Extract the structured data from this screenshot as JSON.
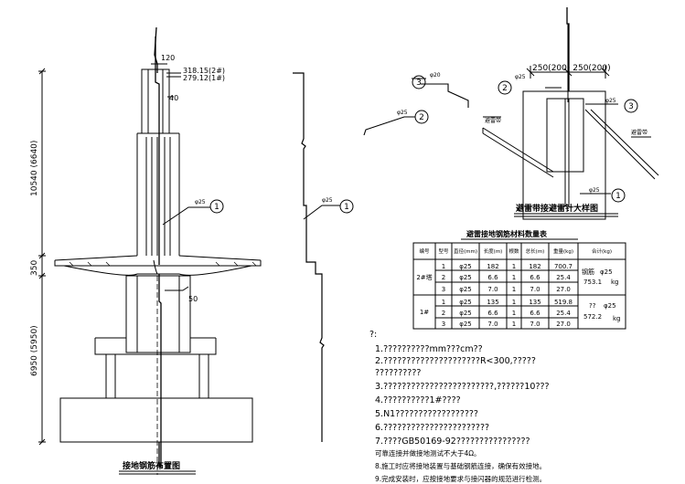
{
  "left_view": {
    "top_callout_120": "120",
    "elev_upper": "318.15(2#)",
    "elev_lower": "279.12(1#)",
    "dim_40": "40",
    "dim_50": "50",
    "dim_10540": "10540 (6640)",
    "dim_350": "350",
    "dim_6950": "6950 (5950)",
    "bar_size": "φ25",
    "callout_1": "1",
    "title": "接地钢筋布置图"
  },
  "middle_view": {
    "bar_size": "φ25",
    "callout_1": "1"
  },
  "detail_view": {
    "dim_top": "250(200)  250(200)",
    "lbl_phi20": "φ20",
    "lbl_phi25_a": "φ25",
    "lbl_phi25_b": "φ25",
    "lbl_phi25_c": "φ25",
    "lbl_phi25_d": "φ25",
    "lbl_left_bar": "避雷带",
    "lbl_right_bar": "避雷带",
    "callout_1": "1",
    "callout_2a": "2",
    "callout_2b": "2",
    "callout_3a": "3",
    "callout_3b": "3",
    "title": "避雷带接避雷针大样图"
  },
  "table": {
    "title": "避雷接地钢筋材料数量表",
    "headers": [
      "编号",
      "型号",
      "直径(mm)",
      "长度(m)",
      "根数",
      "总长(m)",
      "重量(kg)",
      "合计(kg)"
    ],
    "groups": [
      {
        "label": "2#塔",
        "rows": [
          [
            "1",
            "φ25",
            "182",
            "1",
            "182",
            "700.7"
          ],
          [
            "2",
            "φ25",
            "6.6",
            "1",
            "6.6",
            "25.4"
          ],
          [
            "3",
            "φ25",
            "7.0",
            "1",
            "7.0",
            "27.0"
          ]
        ],
        "total_label": "φ25",
        "total_prefix": "钢筋",
        "total_value": "753.1",
        "total_unit": "kg"
      },
      {
        "label": "1#",
        "rows": [
          [
            "1",
            "φ25",
            "135",
            "1",
            "135",
            "519.8"
          ],
          [
            "2",
            "φ25",
            "6.6",
            "1",
            "6.6",
            "25.4"
          ],
          [
            "3",
            "φ25",
            "7.0",
            "1",
            "7.0",
            "27.0"
          ]
        ],
        "total_label": "φ25",
        "total_prefix": "??",
        "total_value": "572.2",
        "total_unit": "kg"
      }
    ]
  },
  "notes": {
    "head": "?:",
    "lines": [
      "1.??????????mm???cm??",
      "2.?????????????????????R<300,?????",
      "  ??????????",
      "3.????????????????????????,??????10???",
      "4.??????????1#????",
      "5.N1??????????????????",
      "6.???????????????????????",
      "7.????GB50169-92????????????????",
      "   可靠连接并做接地测试不大于4Ω。",
      "8.施工时应将接地装置与基础钢筋连接，确保有效接地。",
      "9.完成安装时，应按接地要求与接闪器的规范进行检测。"
    ]
  }
}
